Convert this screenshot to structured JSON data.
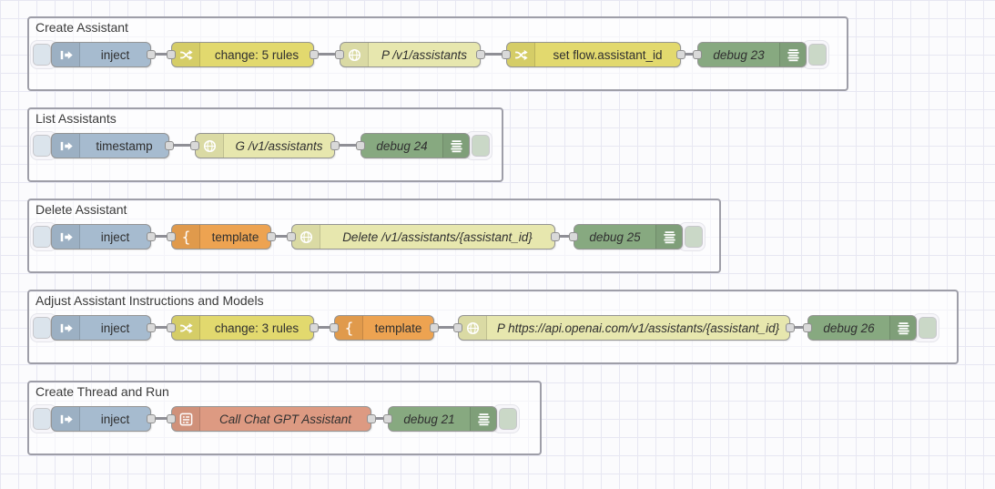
{
  "editor": "Node-RED flow workspace",
  "colors": {
    "canvas_bg": "#fbfbfd",
    "grid_line": "#e7e7f2",
    "group_border": "#9e9ea8",
    "inject_node": "#a6bbcf",
    "change_node": "#e2d96e",
    "http_request_node": "#e7e7ae",
    "template_node": "#eda351",
    "debug_node": "#87a980",
    "openai_node": "#dd9a82",
    "wire": "#8f8f96",
    "port_fill": "#d9d9d9"
  },
  "groups": [
    {
      "label": "Create Assistant",
      "nodes": [
        {
          "type": "inject",
          "label": "inject",
          "icon": "inject-arrow-icon"
        },
        {
          "type": "change",
          "label": "change: 5 rules",
          "icon": "shuffle-icon"
        },
        {
          "type": "http-request",
          "label": "P /v1/assistants",
          "icon": "globe-icon"
        },
        {
          "type": "change",
          "label": "set flow.assistant_id",
          "icon": "shuffle-icon"
        },
        {
          "type": "debug",
          "label": "debug 23",
          "icon": "debug-lines-icon"
        }
      ]
    },
    {
      "label": "List Assistants",
      "nodes": [
        {
          "type": "inject",
          "label": "timestamp",
          "icon": "inject-arrow-icon"
        },
        {
          "type": "http-request",
          "label": "G /v1/assistants",
          "icon": "globe-icon"
        },
        {
          "type": "debug",
          "label": "debug 24",
          "icon": "debug-lines-icon"
        }
      ]
    },
    {
      "label": "Delete Assistant",
      "nodes": [
        {
          "type": "inject",
          "label": "inject",
          "icon": "inject-arrow-icon"
        },
        {
          "type": "template",
          "label": "template",
          "icon": "curly-brace-icon"
        },
        {
          "type": "http-request",
          "label": "Delete /v1/assistants/{assistant_id}",
          "icon": "globe-icon"
        },
        {
          "type": "debug",
          "label": "debug 25",
          "icon": "debug-lines-icon"
        }
      ]
    },
    {
      "label": "Adjust Assistant Instructions and Models",
      "nodes": [
        {
          "type": "inject",
          "label": "inject",
          "icon": "inject-arrow-icon"
        },
        {
          "type": "change",
          "label": "change: 3 rules",
          "icon": "shuffle-icon"
        },
        {
          "type": "template",
          "label": "template",
          "icon": "curly-brace-icon"
        },
        {
          "type": "http-request",
          "label": "P https://api.openai.com/v1/assistants/{assistant_id}",
          "icon": "globe-icon"
        },
        {
          "type": "debug",
          "label": "debug 26",
          "icon": "debug-lines-icon"
        }
      ]
    },
    {
      "label": "Create Thread and Run",
      "nodes": [
        {
          "type": "inject",
          "label": "inject",
          "icon": "inject-arrow-icon"
        },
        {
          "type": "subflow-openai",
          "label": "Call Chat GPT Assistant",
          "icon": "form-list-icon"
        },
        {
          "type": "debug",
          "label": "debug 21",
          "icon": "debug-lines-icon"
        }
      ]
    }
  ]
}
